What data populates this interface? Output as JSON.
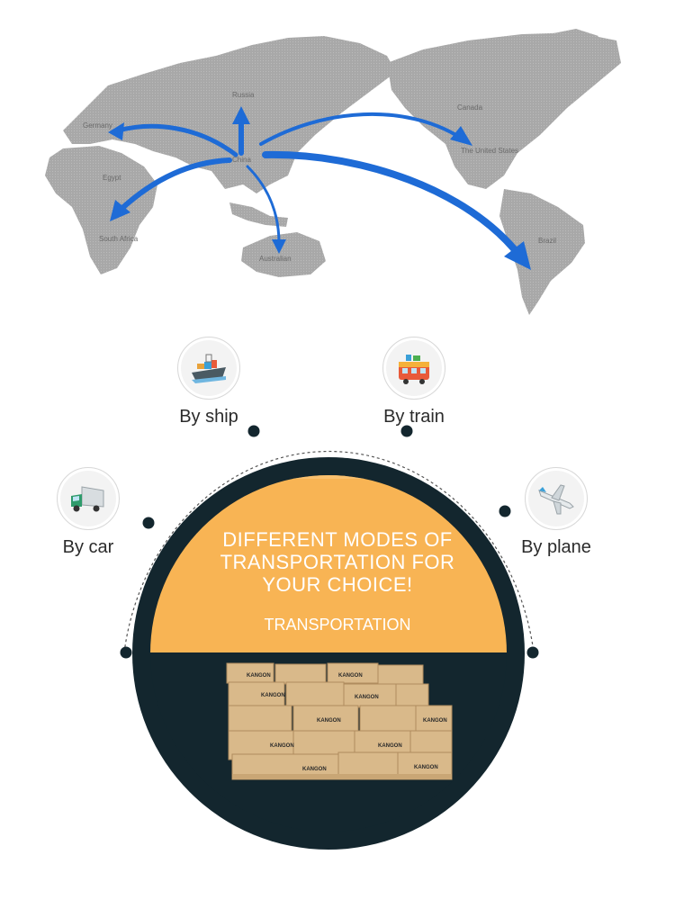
{
  "map": {
    "labels": {
      "russia": "Russia",
      "germany": "Germany",
      "egypt": "Egypt",
      "china": "China",
      "south_africa": "South Africa",
      "australia": "Australian",
      "canada": "Canada",
      "usa": "The United States",
      "brazil": "Brazil"
    },
    "land_color": "#a8a8a8",
    "arrow_color": "#1e6bd6"
  },
  "modes": {
    "ship": {
      "label": "By ship",
      "icon": "ship-icon"
    },
    "train": {
      "label": "By train",
      "icon": "train-icon"
    },
    "car": {
      "label": "By car",
      "icon": "truck-icon"
    },
    "plane": {
      "label": "By plane",
      "icon": "plane-icon"
    }
  },
  "hero": {
    "headline_lines": [
      "DIFFERENT MODES OF",
      "TRANSPORTATION FOR",
      "YOUR CHOICE!"
    ],
    "subtitle": "TRANSPORTATION",
    "box_brand": "KANGON",
    "colors": {
      "ring": "#13262e",
      "accent": "#f8b454"
    }
  }
}
